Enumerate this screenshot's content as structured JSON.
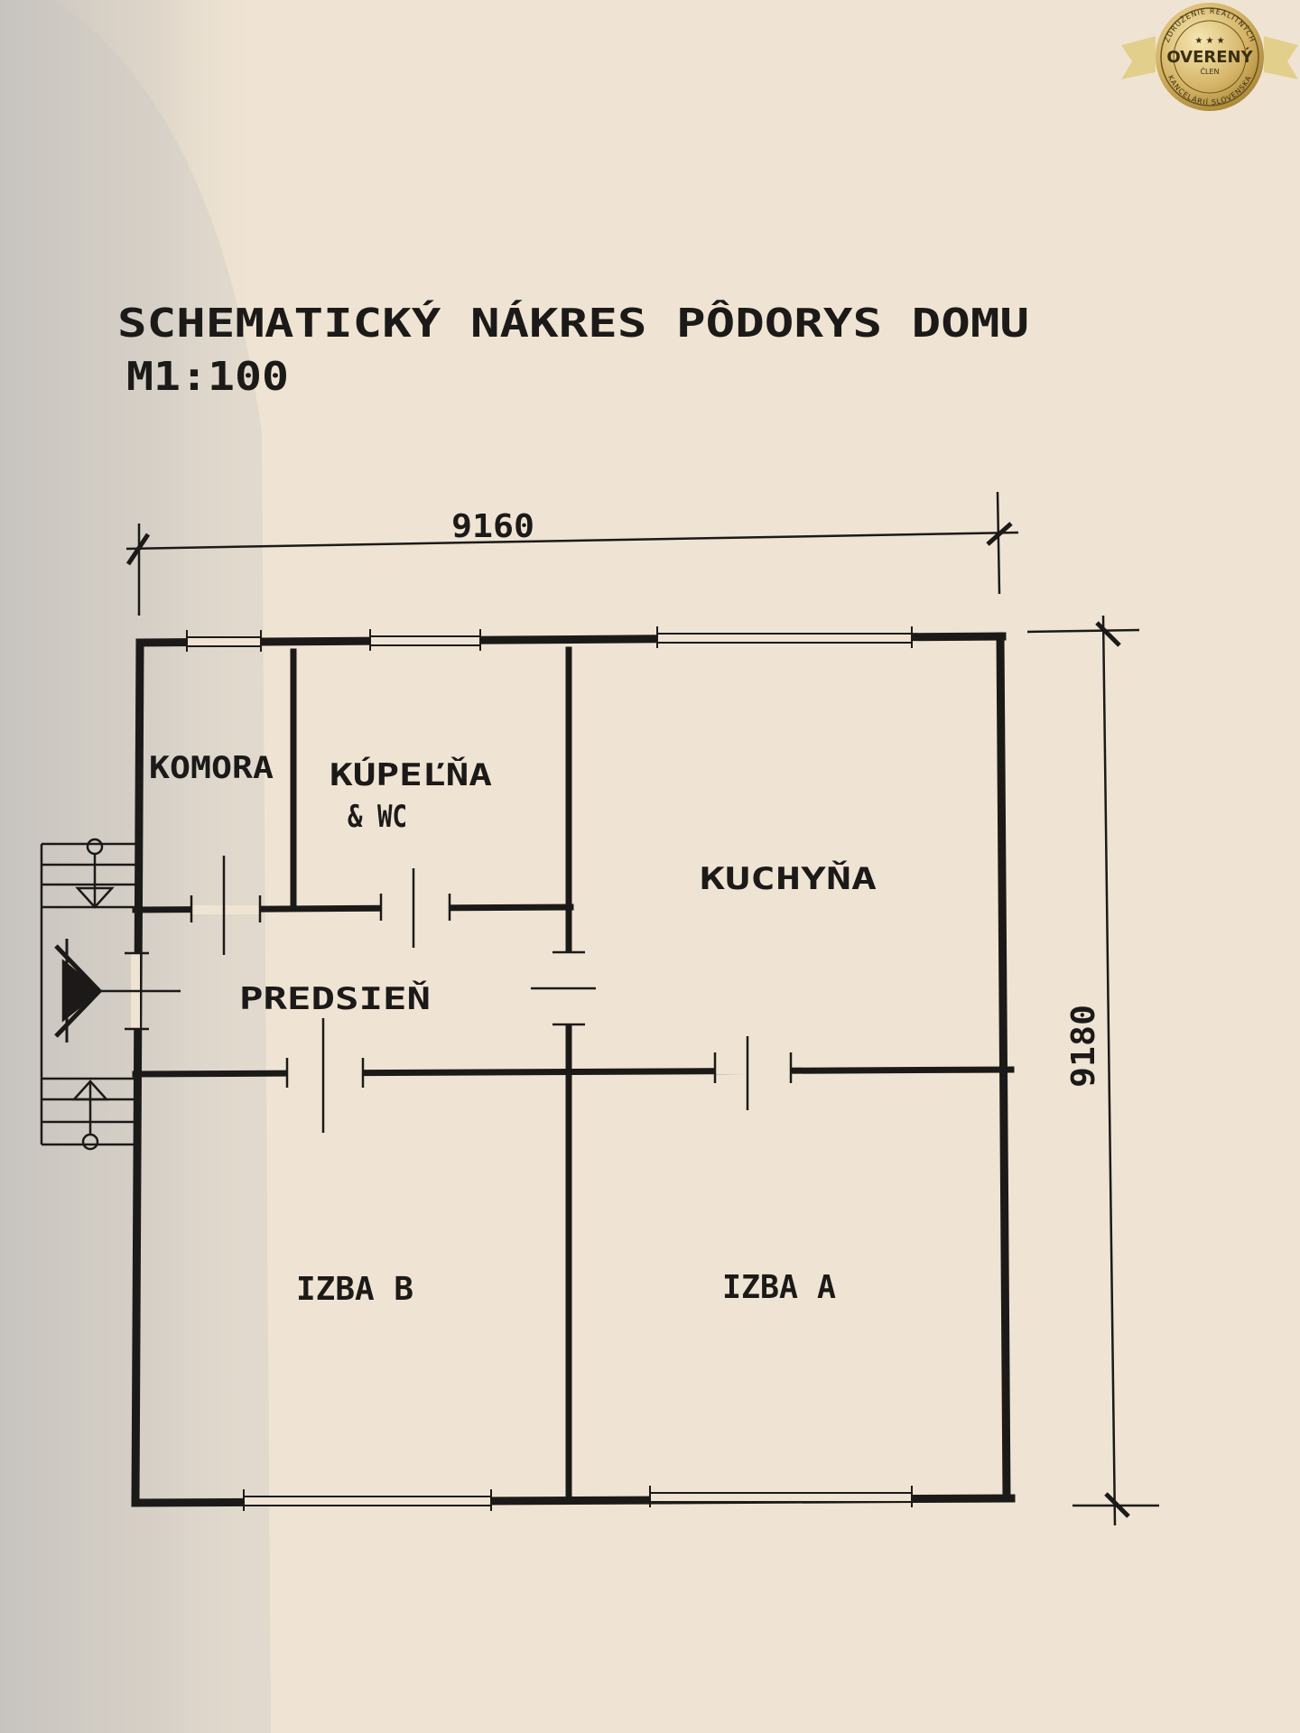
{
  "drawing": {
    "title_line1": "SCHEMATICKÝ NÁKRES PÔDORYS DOMU",
    "title_line2": "M1:100",
    "dimension_width": "9160",
    "dimension_height": "9180"
  },
  "rooms": {
    "komora": "KOMORA",
    "kupelna": "KÚPEĽŇA",
    "kupelna_sub": "& WC",
    "kuchyna": "KUCHYŇA",
    "predsien": "PREDSIEŇ",
    "izba_b": "IZBA B",
    "izba_a": "IZBA A"
  },
  "badge": {
    "top_arc": "ZDRUŽENIE REALITNÝCH",
    "main": "OVERENÝ",
    "sub": "ČLEN",
    "bottom_arc": "KANCELÁRIÍ SLOVENSKA"
  },
  "colors": {
    "paper": "#efe4d3",
    "ink": "#1c1a18",
    "gold": "#c9a548"
  }
}
